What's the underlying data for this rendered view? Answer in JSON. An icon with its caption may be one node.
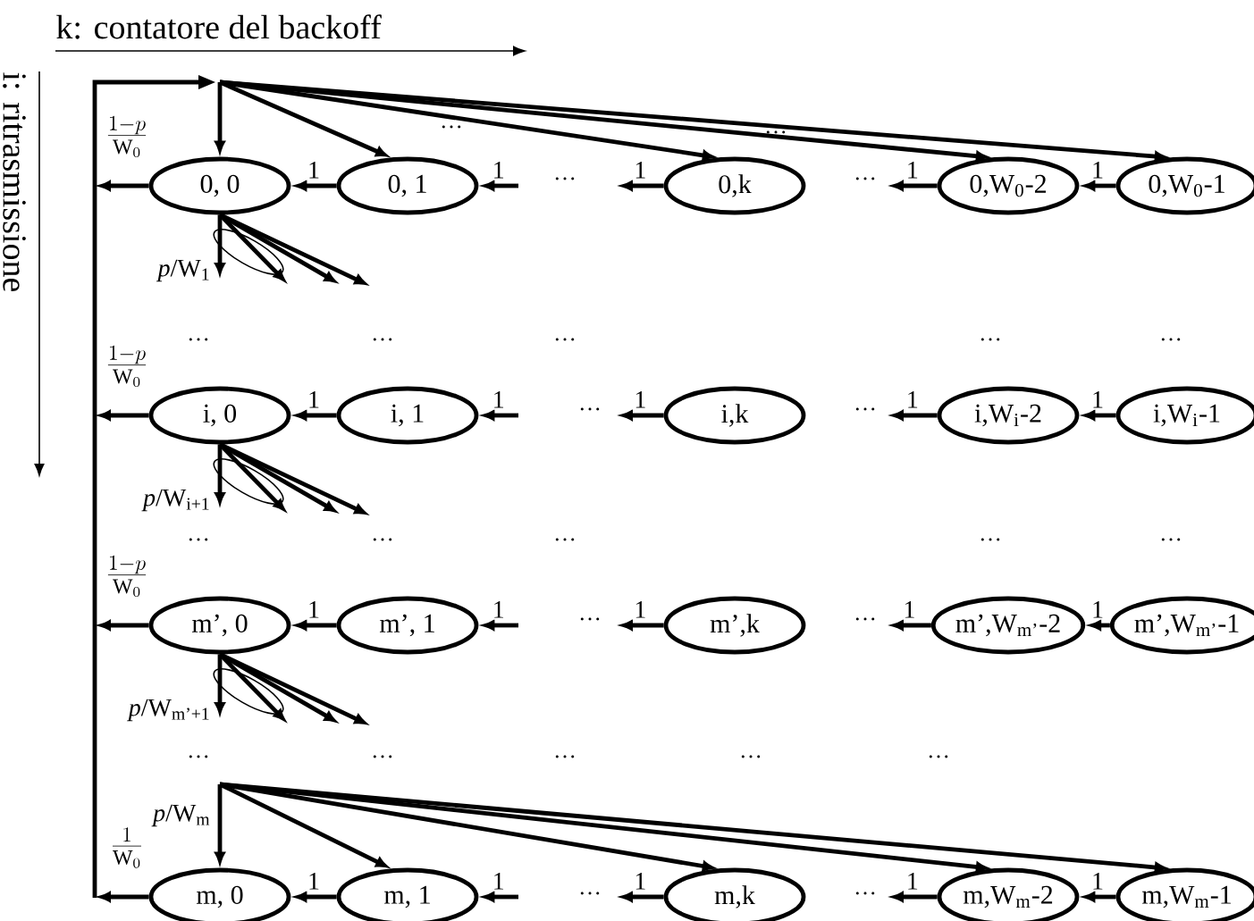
{
  "diagram": {
    "nodes": [
      {
        "text": [
          "0, 0"
        ]
      },
      {
        "text": [
          "0, 1"
        ]
      },
      {
        "text": [
          "0,k"
        ]
      },
      {
        "text": [
          "0,W$_{0}$-2"
        ]
      },
      {
        "text": [
          "0,W$_{0}$-1"
        ]
      },
      {
        "text": [
          "i, 0"
        ]
      },
      {
        "text": [
          "i, 1"
        ]
      },
      {
        "text": [
          "i,k"
        ]
      },
      {
        "text": [
          "i,W$_{i}$-2"
        ]
      },
      {
        "text": [
          "i,W$_{i}$-1"
        ]
      },
      {
        "text": [
          "m’, 0"
        ]
      },
      {
        "text": [
          "m’, 1"
        ]
      },
      {
        "text": [
          "m’,k"
        ]
      },
      {
        "text": [
          "m’,W$_{m’}$-2"
        ]
      },
      {
        "text": [
          "m’,W$_{m’}$-1"
        ]
      },
      {
        "text": [
          "m, 0"
        ]
      },
      {
        "text": [
          "m, 1"
        ]
      },
      {
        "text": [
          "m,k"
        ]
      },
      {
        "text": [
          "m,W$_{m}$-2"
        ]
      },
      {
        "text": [
          "m,W$_{m}$-1"
        ]
      }
    ],
    "edges": [
      {
        "from": 0,
        "to": null,
        "arrow": "to",
        "label": "\\frac{1-p}{\\mathrm{W}_0}"
      },
      {
        "from": 5,
        "to": null,
        "arrow": "to",
        "label": "\\frac{1-p}{\\mathrm{W}_0}"
      },
      {
        "from": 10,
        "to": null,
        "arrow": "to",
        "label": "\\frac{1-p}{\\mathrm{W}_0}"
      },
      {
        "from": 15,
        "to": null,
        "arrow": "to",
        "label": "\\frac{1}{\\mathrm{W}_0}"
      },
      {
        "from": null,
        "to": 0,
        "arrow": "to"
      },
      {
        "from": null,
        "to": 1,
        "arrow": "to"
      },
      {
        "from": null,
        "to": 2,
        "arrow": "to"
      },
      {
        "from": null,
        "to": 3,
        "arrow": "to"
      },
      {
        "from": null,
        "to": 4,
        "arrow": "to"
      },
      {
        "from": 0,
        "to": null,
        "arrow": "to",
        "label": "*p*/W$_{1}$"
      },
      {
        "from": 0,
        "to": null,
        "arrow": "to"
      },
      {
        "from": 0,
        "to": null,
        "arrow": "to"
      },
      {
        "from": 0,
        "to": null,
        "arrow": "to"
      },
      {
        "from": 5,
        "to": null,
        "arrow": "to",
        "label": "*p*/W$_{i+1}$"
      },
      {
        "from": 5,
        "to": null,
        "arrow": "to"
      },
      {
        "from": 5,
        "to": null,
        "arrow": "to"
      },
      {
        "from": 5,
        "to": null,
        "arrow": "to"
      },
      {
        "from": 10,
        "to": null,
        "arrow": "to",
        "label": "*p*/W$_{m’+1}$"
      },
      {
        "from": 10,
        "to": null,
        "arrow": "to"
      },
      {
        "from": 10,
        "to": null,
        "arrow": "to"
      },
      {
        "from": 10,
        "to": null,
        "arrow": "to"
      },
      {
        "from": null,
        "to": 15,
        "arrow": "to",
        "label": "*p*/W$_{m}$"
      },
      {
        "from": null,
        "to": 16,
        "arrow": "to"
      },
      {
        "from": null,
        "to": 17,
        "arrow": "to"
      },
      {
        "from": null,
        "to": 18,
        "arrow": "to"
      },
      {
        "from": null,
        "to": 19,
        "arrow": "to"
      },
      {
        "from": 1,
        "to": 0,
        "arrow": "to",
        "label": "1"
      },
      {
        "from": null,
        "to": 1,
        "arrow": "to",
        "label": "1"
      },
      {
        "from": 2,
        "to": null,
        "arrow": "to",
        "label": "1"
      },
      {
        "from": 3,
        "to": null,
        "arrow": "to",
        "label": "1"
      },
      {
        "from": 4,
        "to": 3,
        "arrow": "to",
        "label": "1"
      },
      {
        "from": 6,
        "to": 5,
        "arrow": "to",
        "label": "1"
      },
      {
        "from": null,
        "to": 6,
        "arrow": "to",
        "label": "1"
      },
      {
        "from": 7,
        "to": null,
        "arrow": "to",
        "label": "1"
      },
      {
        "from": 8,
        "to": null,
        "arrow": "to",
        "label": "1"
      },
      {
        "from": 9,
        "to": 8,
        "arrow": "to",
        "label": "1"
      },
      {
        "from": 11,
        "to": 10,
        "arrow": "to",
        "label": "1"
      },
      {
        "from": null,
        "to": 11,
        "arrow": "to",
        "label": "1"
      },
      {
        "from": 12,
        "to": null,
        "arrow": "to",
        "label": "1"
      },
      {
        "from": 13,
        "to": null,
        "arrow": "to",
        "label": "1"
      },
      {
        "from": 14,
        "to": 13,
        "arrow": "to",
        "label": "1"
      },
      {
        "from": 16,
        "to": 15,
        "arrow": "to",
        "label": "1"
      },
      {
        "from": null,
        "to": 16,
        "arrow": "to",
        "label": "1"
      },
      {
        "from": 17,
        "to": null,
        "arrow": "to",
        "label": "1"
      },
      {
        "from": 18,
        "to": null,
        "arrow": "to",
        "label": "1"
      },
      {
        "from": 19,
        "to": 18,
        "arrow": "to",
        "label": "1"
      }
    ],
    "labels": [
      "k: contatore del backoff",
      "i: ritrasmissione",
      "…",
      "…",
      "…",
      "…",
      "…",
      "…",
      "…",
      "…",
      "…",
      "…",
      "…",
      "…",
      "…",
      "…",
      "…",
      "…",
      "…",
      "…",
      "…",
      "…",
      "…",
      "…",
      "…",
      "…",
      "…"
    ]
  }
}
